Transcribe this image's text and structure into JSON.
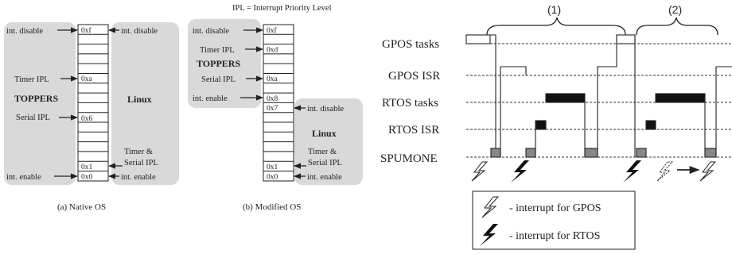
{
  "header": {
    "ipl_note": "IPL = Interrupt Priority Level"
  },
  "native": {
    "int_disable_left": "int. disable",
    "int_disable_right": "int. disable",
    "timer_ipl": "Timer  IPL",
    "toppers": "TOPPERS",
    "serial_ipl": "Serial IPL",
    "int_enable_left": "int. enable",
    "linux": "Linux",
    "timer_serial_1": "Timer &",
    "timer_serial_2": "Serial IPL",
    "int_enable_right": "int. enable",
    "slot_0xf": "0xf",
    "slot_0xa": "0xa",
    "slot_0x6": "0x6",
    "slot_0x1": "0x1",
    "slot_0x0": "0x0",
    "caption": "(a) Native OS"
  },
  "modified": {
    "int_disable_left": "int. disable",
    "timer_ipl": "Timer  IPL",
    "toppers": "TOPPERS",
    "serial_ipl": "Serial IPL",
    "int_enable_left": "int. enable",
    "int_disable_right": "int. disable",
    "linux": "Linux",
    "timer_serial_1": "Timer &",
    "timer_serial_2": "Serial IPL",
    "int_enable_right": "int. enable",
    "slot_0xf": "0xf",
    "slot_0xd": "0xd",
    "slot_0xa": "0xa",
    "slot_0x8": "0x8",
    "slot_0x7": "0x7",
    "slot_0x1": "0x1",
    "slot_0x0": "0x0",
    "caption": "(b) Modified OS"
  },
  "timeline": {
    "phase1": "(1)",
    "phase2": "(2)",
    "rows": [
      "GPOS tasks",
      "GPOS ISR",
      "RTOS tasks",
      "RTOS ISR",
      "SPUMONE"
    ]
  },
  "legend": {
    "gpos": "- interrupt for GPOS",
    "rtos": "- interrupt for RTOS"
  },
  "colors": {
    "panel": "#d9d9d9",
    "ink": "#222222",
    "fill_dark": "#111111",
    "spumone_box": "#888888"
  }
}
